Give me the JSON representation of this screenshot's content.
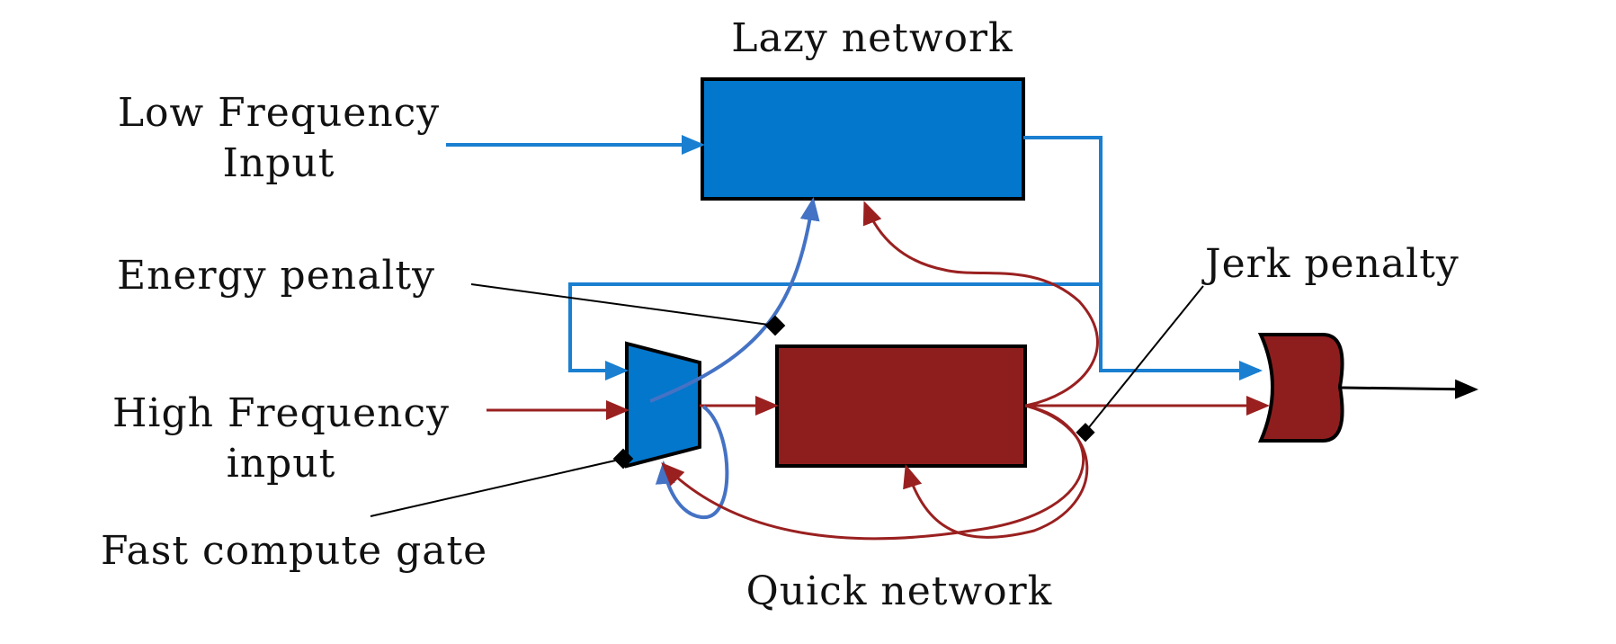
{
  "labels": {
    "lazy_network": "Lazy network",
    "low_freq_line1": "Low Frequency",
    "low_freq_line2": "Input",
    "energy_penalty": "Energy penalty",
    "high_freq_line1": "High Frequency",
    "high_freq_line2": "input",
    "fast_compute_gate": "Fast compute gate",
    "quick_network": "Quick network",
    "jerk_penalty": "Jerk penalty"
  },
  "colors": {
    "lazy_blue": "#0277CC",
    "signal_blue": "#1A7FD0",
    "feedback_blue": "#4472C4",
    "quick_red": "#8E1E1E",
    "signal_red": "#9A2020",
    "black": "#000000"
  }
}
